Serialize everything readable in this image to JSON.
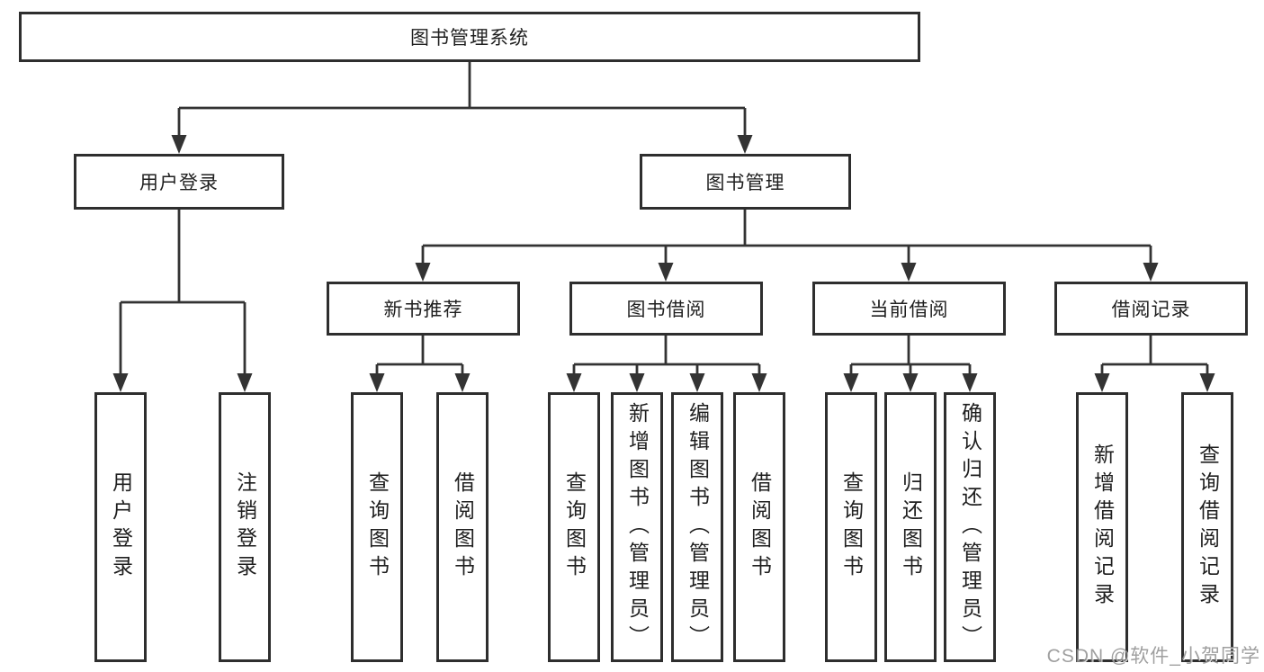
{
  "diagram": {
    "root": {
      "label": "图书管理系统"
    },
    "branches": [
      {
        "id": "user-login",
        "label": "用户登录",
        "children": [
          {
            "label": "用户登录"
          },
          {
            "label": "注销登录"
          }
        ]
      },
      {
        "id": "book-management",
        "label": "图书管理",
        "sub": [
          {
            "id": "new-book-recommend",
            "label": "新书推荐",
            "children": [
              {
                "label": "查询图书"
              },
              {
                "label": "借阅图书"
              }
            ]
          },
          {
            "id": "book-borrow",
            "label": "图书借阅",
            "children": [
              {
                "label": "查询图书"
              },
              {
                "label": "新增图书（管理员）"
              },
              {
                "label": "编辑图书（管理员）"
              },
              {
                "label": "借阅图书"
              }
            ]
          },
          {
            "id": "current-borrow",
            "label": "当前借阅",
            "children": [
              {
                "label": "查询图书"
              },
              {
                "label": "归还图书"
              },
              {
                "label": "确认归还（管理员）"
              }
            ]
          },
          {
            "id": "borrow-record",
            "label": "借阅记录",
            "children": [
              {
                "label": "新增借阅记录"
              },
              {
                "label": "查询借阅记录"
              }
            ]
          }
        ]
      }
    ]
  },
  "watermark": {
    "text": "CSDN @软件_小贺同学"
  },
  "colors": {
    "line": "#333333",
    "box_border": "#2e2e2e",
    "text": "#1f1f1f",
    "watermark_text": "#8f8f8f",
    "background": "#ffffff"
  }
}
